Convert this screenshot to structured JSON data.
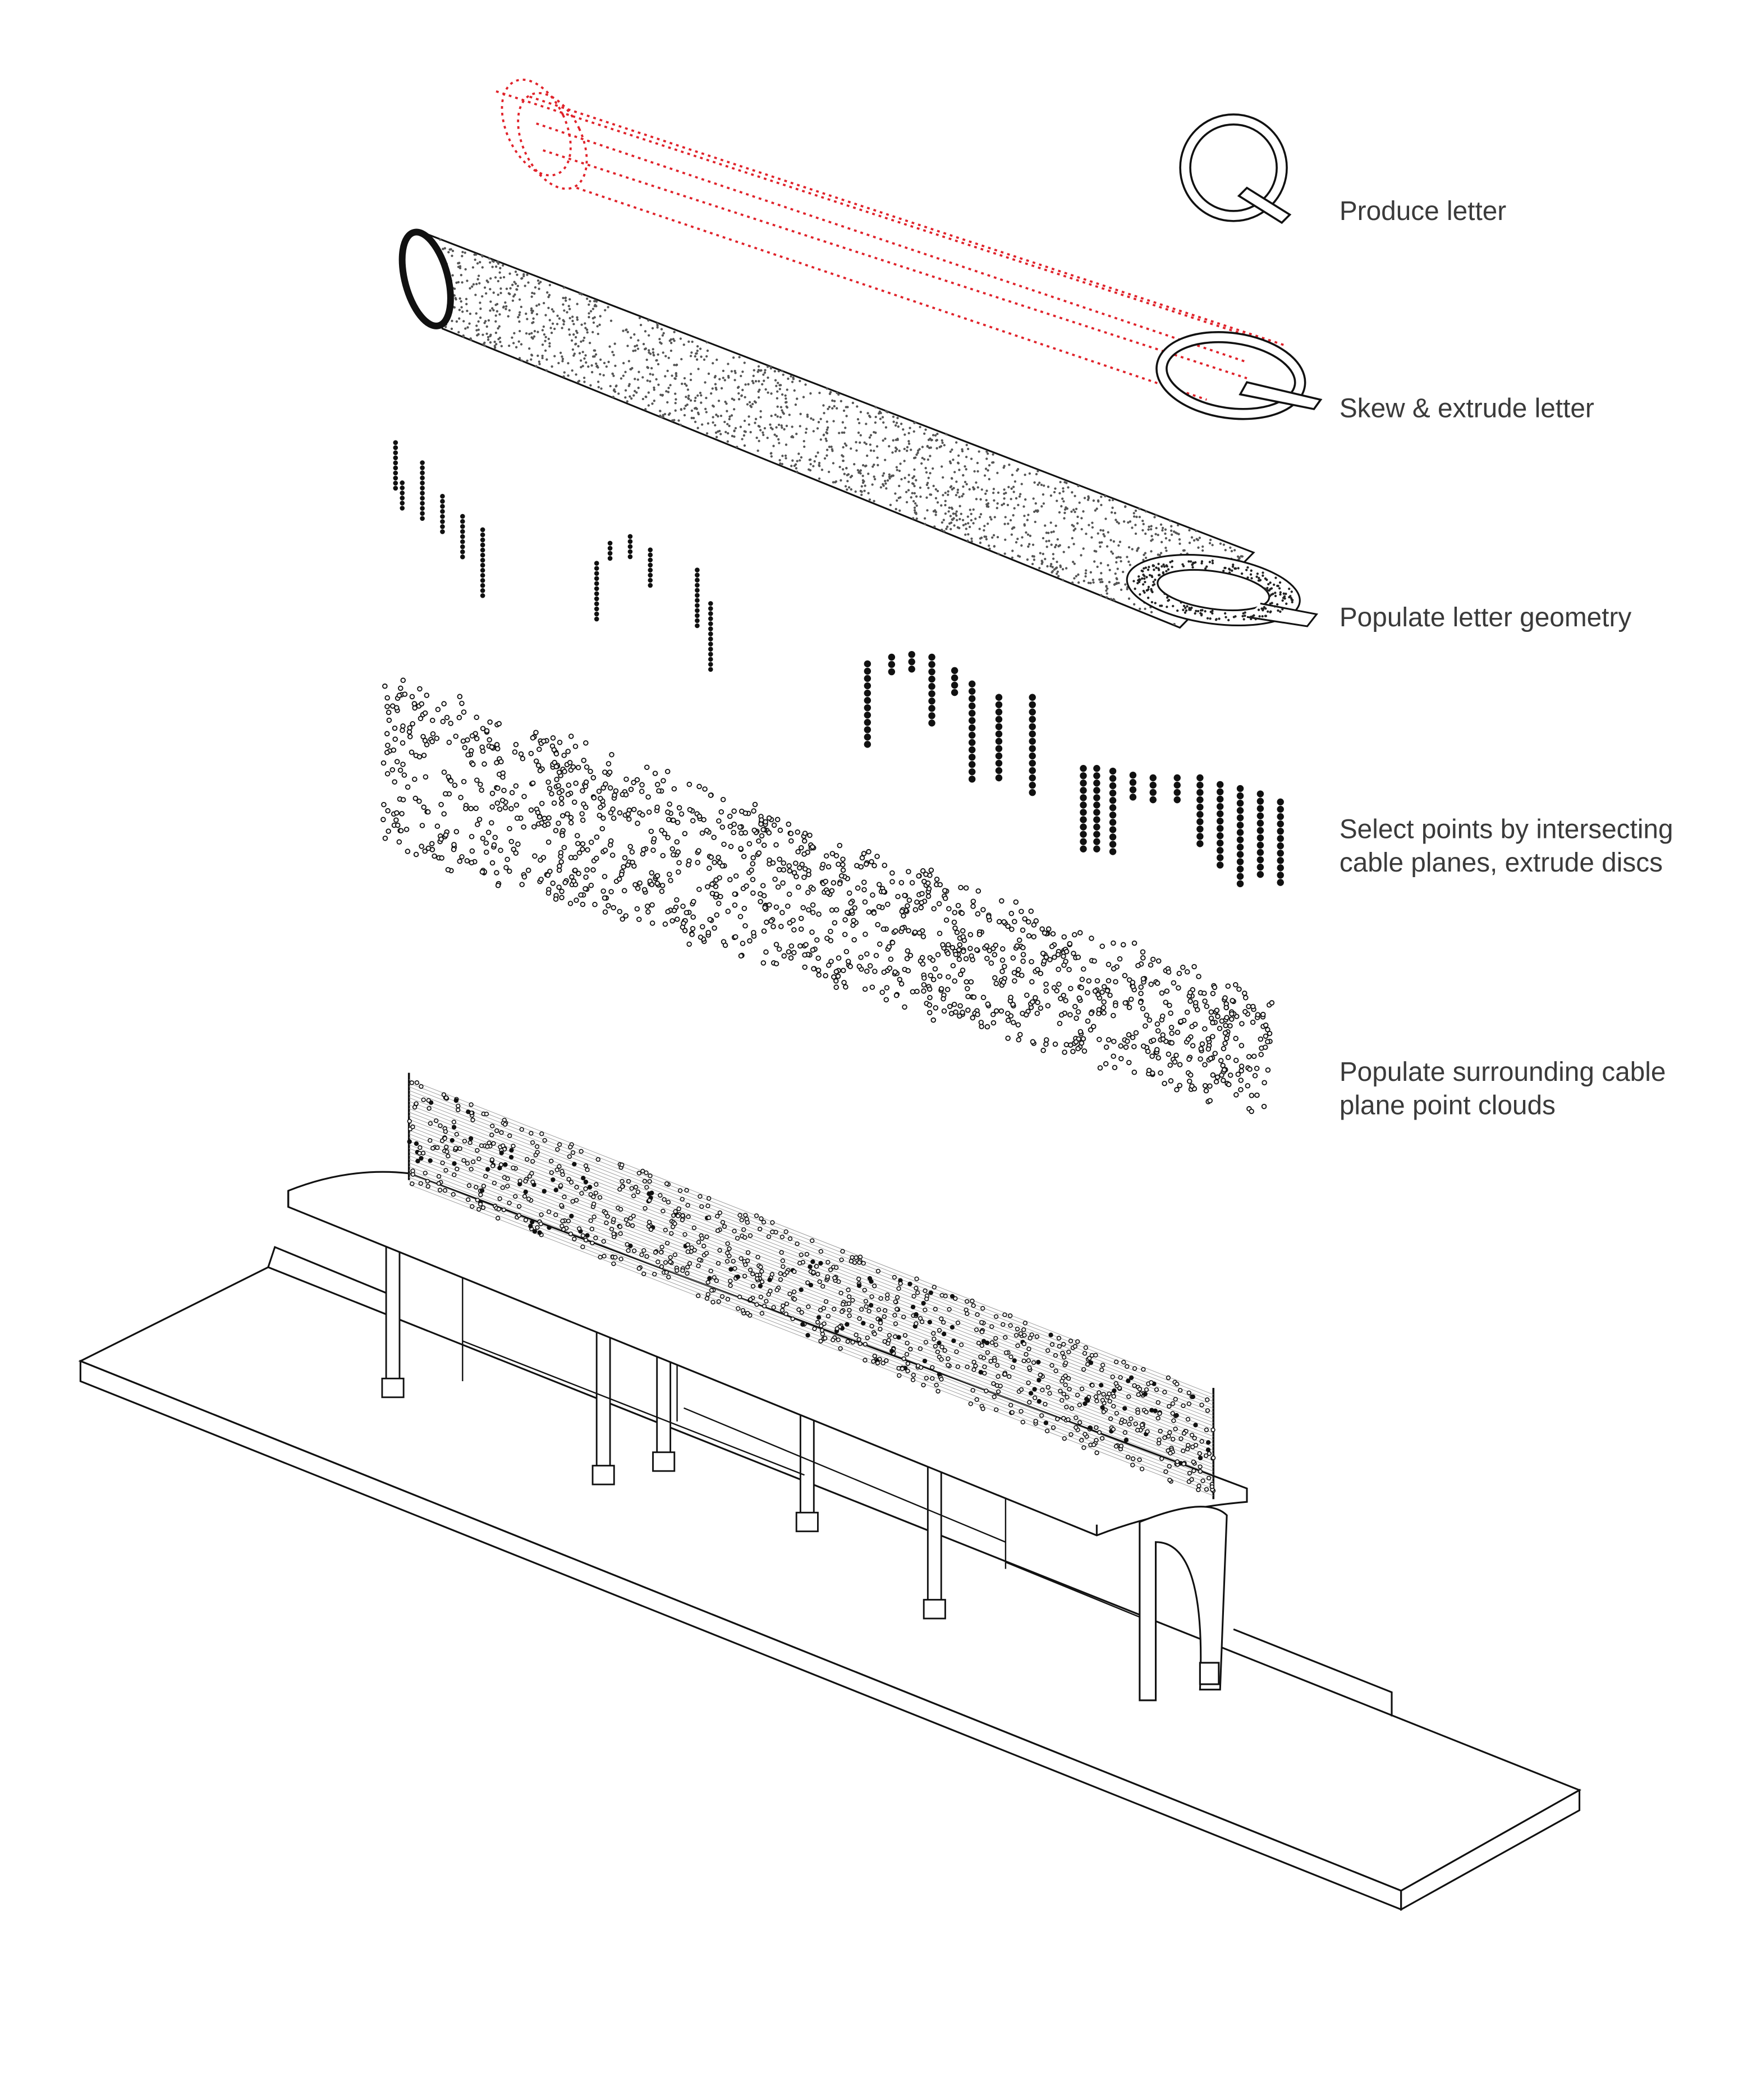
{
  "colors": {
    "ink": "#111111",
    "construction": "#e0222a",
    "text": "#3a3a3a"
  },
  "steps": [
    {
      "lines": [
        "Produce letter"
      ]
    },
    {
      "lines": [
        "Skew & extrude letter"
      ]
    },
    {
      "lines": [
        "Populate letter geometry"
      ]
    },
    {
      "lines": [
        "Select points by intersecting",
        "cable planes, extrude discs"
      ]
    },
    {
      "lines": [
        "Populate surrounding cable",
        "plane point clouds"
      ]
    }
  ],
  "letter": "Q"
}
